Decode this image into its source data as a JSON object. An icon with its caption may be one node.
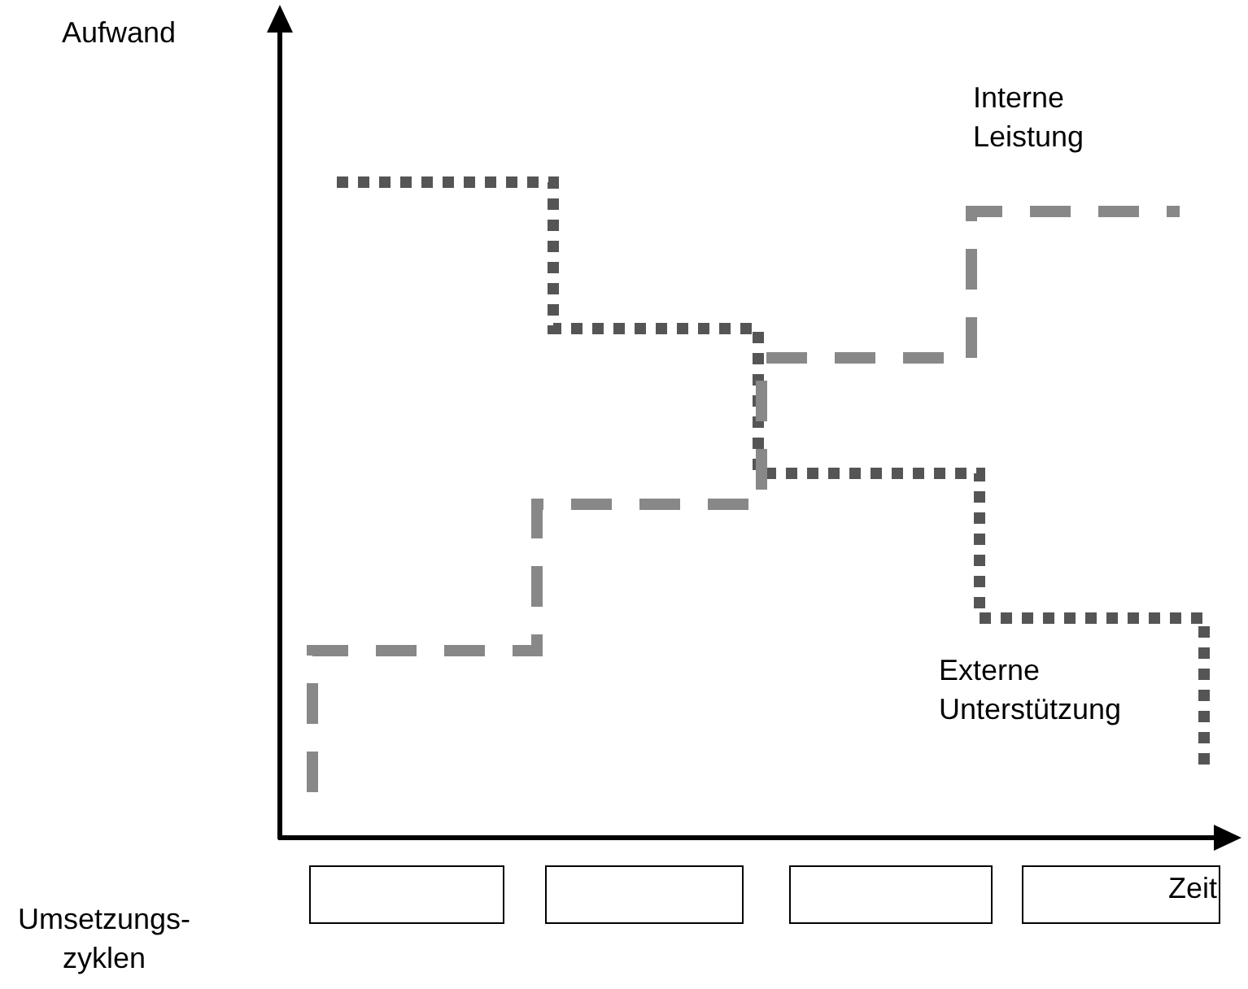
{
  "diagram": {
    "nodes": [
      {
        "text": [],
        "shape": "box"
      },
      {
        "text": [],
        "shape": "box"
      },
      {
        "text": [],
        "shape": "box"
      },
      {
        "text": [],
        "shape": "box"
      }
    ],
    "labels": [
      "Aufwand",
      "Interne Leistung",
      "Externe Unterstützung",
      "Zeit",
      "Umsetzungs- zyklen"
    ]
  }
}
